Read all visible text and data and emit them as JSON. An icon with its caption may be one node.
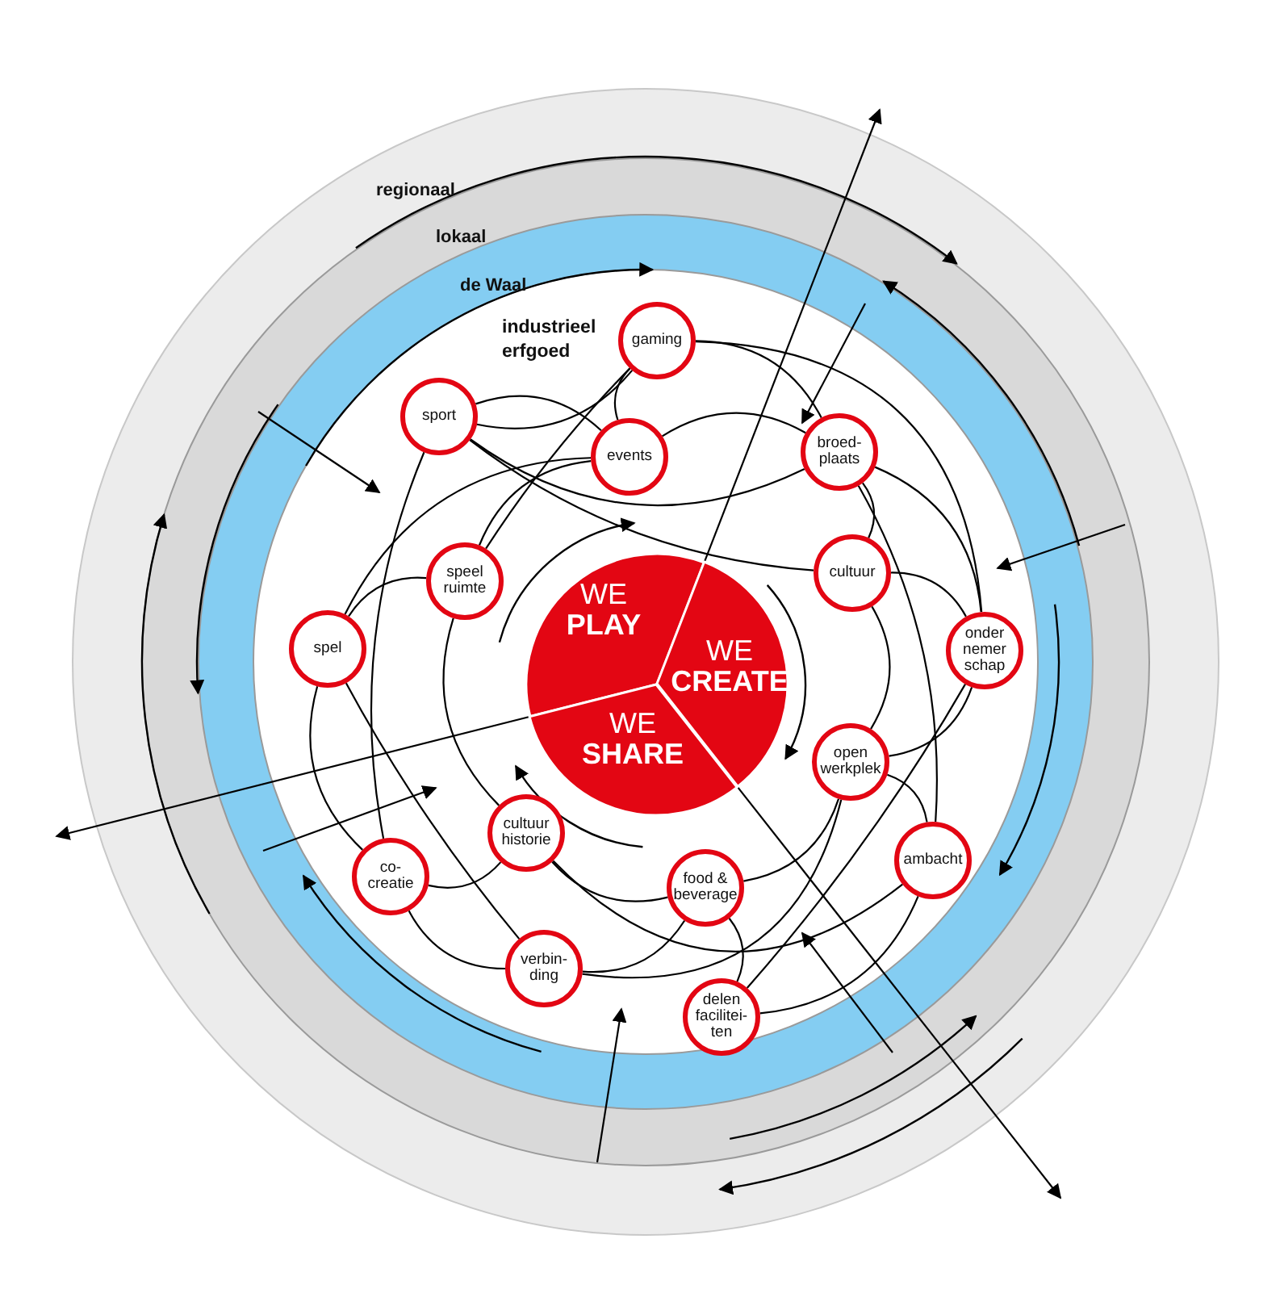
{
  "diagram": {
    "nodes": [
      {
        "text": [
          "WE **PLAY**"
        ]
      },
      {
        "text": [
          "WE **CREATE**"
        ]
      },
      {
        "text": [
          "WE **SHARE**"
        ]
      },
      {
        "text": [
          "gaming"
        ]
      },
      {
        "text": [
          "sport"
        ]
      },
      {
        "text": [
          "events"
        ]
      },
      {
        "text": [
          "broed- plaats"
        ]
      },
      {
        "text": [
          "speel ruimte"
        ]
      },
      {
        "text": [
          "cultuur"
        ]
      },
      {
        "text": [
          "spel"
        ]
      },
      {
        "text": [
          "onder nemer schap"
        ]
      },
      {
        "text": [
          "open werkplek"
        ]
      },
      {
        "text": [
          "cultuur historie"
        ]
      },
      {
        "text": [
          "co- creatie"
        ]
      },
      {
        "text": [
          "ambacht"
        ]
      },
      {
        "text": [
          "food & beverage"
        ]
      },
      {
        "text": [
          "verbin- ding"
        ]
      },
      {
        "text": [
          "delen facilitei- ten"
        ]
      }
    ],
    "edges": [
      {
        "from": 3,
        "to": 4,
        "arrow": "none"
      },
      {
        "from": 3,
        "to": 5,
        "arrow": "none"
      },
      {
        "from": 3,
        "to": 6,
        "arrow": "none"
      },
      {
        "from": 3,
        "to": 7,
        "arrow": "none"
      },
      {
        "from": 3,
        "to": 10,
        "arrow": "none"
      },
      {
        "from": 4,
        "to": 5,
        "arrow": "none"
      },
      {
        "from": 4,
        "to": 6,
        "arrow": "none"
      },
      {
        "from": 4,
        "to": 8,
        "arrow": "none"
      },
      {
        "from": 4,
        "to": 13,
        "arrow": "none"
      },
      {
        "from": 5,
        "to": 7,
        "arrow": "none"
      },
      {
        "from": 5,
        "to": 6,
        "arrow": "none"
      },
      {
        "from": 5,
        "to": 9,
        "arrow": "none"
      },
      {
        "from": 6,
        "to": 8,
        "arrow": "none"
      },
      {
        "from": 6,
        "to": 10,
        "arrow": "none"
      },
      {
        "from": 6,
        "to": 14,
        "arrow": "none"
      },
      {
        "from": 7,
        "to": 9,
        "arrow": "none"
      },
      {
        "from": 7,
        "to": 12,
        "arrow": "none"
      },
      {
        "from": 9,
        "to": 16,
        "arrow": "none"
      },
      {
        "from": 9,
        "to": 13,
        "arrow": "none"
      },
      {
        "from": 8,
        "to": 10,
        "arrow": "none"
      },
      {
        "from": 8,
        "to": 11,
        "arrow": "none"
      },
      {
        "from": 10,
        "to": 11,
        "arrow": "none"
      },
      {
        "from": 10,
        "to": 17,
        "arrow": "none"
      },
      {
        "from": 11,
        "to": 15,
        "arrow": "none"
      },
      {
        "from": 11,
        "to": 14,
        "arrow": "none"
      },
      {
        "from": 12,
        "to": 13,
        "arrow": "none"
      },
      {
        "from": 12,
        "to": 15,
        "arrow": "none"
      },
      {
        "from": 12,
        "to": 14,
        "arrow": "none"
      },
      {
        "from": 15,
        "to": 16,
        "arrow": "none"
      },
      {
        "from": 15,
        "to": 17,
        "arrow": "none"
      },
      {
        "from": 16,
        "to": 13,
        "arrow": "none"
      },
      {
        "from": 16,
        "to": 11,
        "arrow": "none"
      },
      {
        "from": 17,
        "to": 14,
        "arrow": "none"
      },
      {
        "from": 0,
        "to": null,
        "arrow": "to"
      },
      {
        "from": 2,
        "to": null,
        "arrow": "to"
      },
      {
        "from": 2,
        "to": null,
        "arrow": "to"
      }
    ],
    "labels": [
      "regionaal",
      "lokaal",
      "de Waal",
      "industrieel erfgoed"
    ]
  }
}
